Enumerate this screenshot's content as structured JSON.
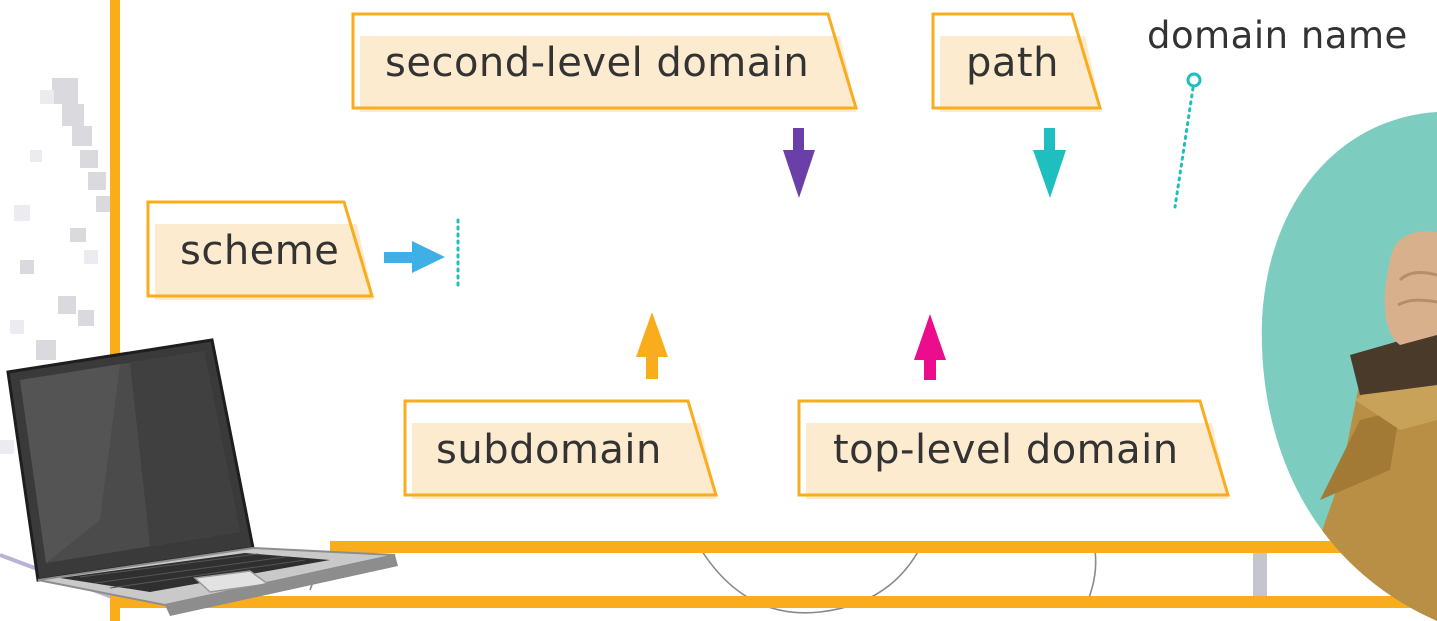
{
  "labels": {
    "scheme": "scheme",
    "second_level_domain": "second-level domain",
    "path": "path",
    "subdomain": "subdomain",
    "top_level_domain": "top-level domain",
    "domain_name": "domain name"
  },
  "colors": {
    "frame_orange": "#f9ad1c",
    "label_fill": "#fdebd0",
    "arrow_scheme": "#3fb0e6",
    "arrow_second_level": "#6a40a8",
    "arrow_path": "#1fbfbf",
    "arrow_subdomain": "#f9ad1c",
    "arrow_top_level": "#ec0d8c",
    "dotted_teal": "#1fbfbf",
    "photo_bg": "#7ccdc0"
  },
  "icons": [
    "laptop-icon",
    "person-photo"
  ]
}
